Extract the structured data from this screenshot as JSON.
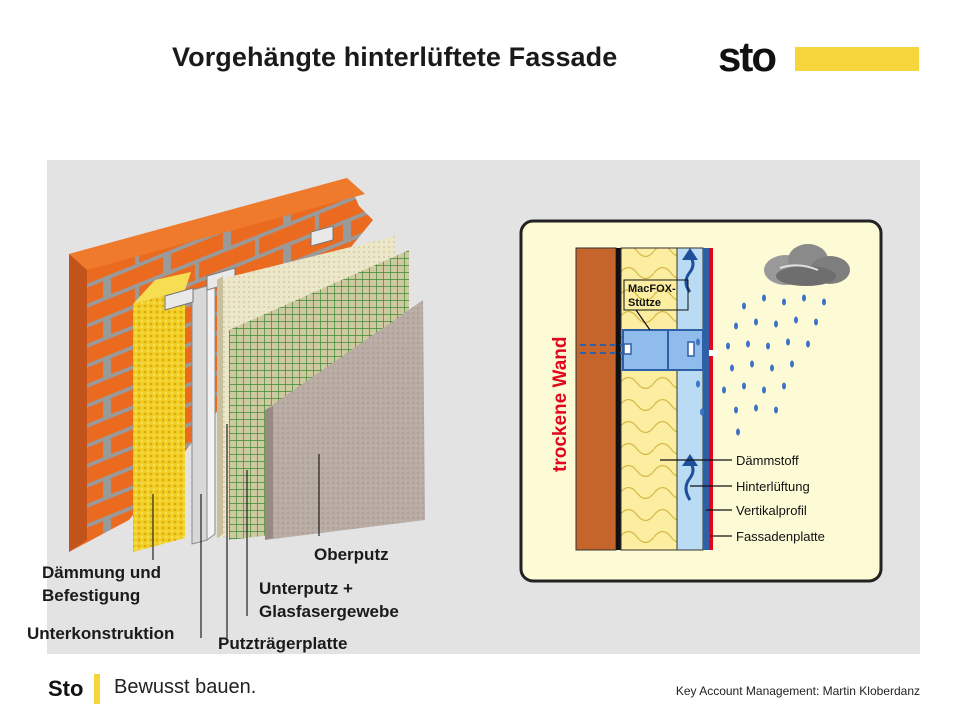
{
  "title": "Vorgehängte hinterlüftete Fassade",
  "brand": {
    "name": "sto",
    "accent": "#f6d63a",
    "red": "#e1061b"
  },
  "wall_labels": {
    "daemmung_line1": "Dämmung und",
    "daemmung_line2": "Befestigung",
    "unterkonstruktion": "Unterkonstruktion",
    "putztraegerplatte": "Putzträgerplatte",
    "unterputz_line1": "Unterputz +",
    "unterputz_line2": "Glasfasergewebe",
    "oberputz": "Oberputz"
  },
  "section": {
    "wall_label": "trockene Wand",
    "bracket_label_line1": "MacFOX-",
    "bracket_label_line2": "Stütze",
    "layers": [
      "Dämmstoff",
      "Hinterlüftung",
      "Vertikalprofil",
      "Fassadenplatte"
    ],
    "icons": [
      "rain-cloud-icon",
      "airflow-arrow-icon"
    ]
  },
  "footer": {
    "logo": "Sto",
    "claim": "Bewusst bauen.",
    "credit": "Key Account Management:  Martin Kloberdanz"
  }
}
